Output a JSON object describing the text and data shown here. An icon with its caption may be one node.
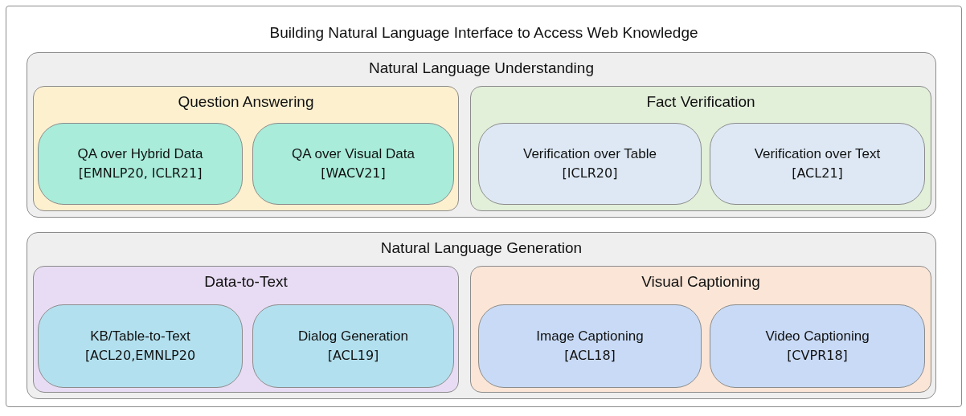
{
  "diagram": {
    "nodes": [
      {
        "text": [
          "Building Natural Language Interface to Access Web Knowledge"
        ]
      },
      {
        "text": [
          "Natural Language Understanding"
        ],
        "in": 0
      },
      {
        "text": [
          "Question Answering"
        ],
        "in": 1
      },
      {
        "text": [
          "QA over Hybrid Data",
          "[EMNLP20, ICLR21]"
        ],
        "in": 2
      },
      {
        "text": [
          "QA over Visual Data",
          "[WACV21]"
        ],
        "in": 2
      },
      {
        "text": [
          "Fact Verification"
        ],
        "in": 1
      },
      {
        "text": [
          "Verification over Table",
          "[ICLR20]"
        ],
        "in": 5
      },
      {
        "text": [
          "Verification over Text",
          "[ACL21]"
        ],
        "in": 5
      },
      {
        "text": [
          "Natural Language Generation"
        ],
        "in": 0
      },
      {
        "text": [
          "Data-to-Text"
        ],
        "in": 8
      },
      {
        "text": [
          "KB/Table-to-Text",
          "[ACL20,EMNLP20"
        ],
        "in": 9
      },
      {
        "text": [
          "Dialog Generation",
          "[ACL19]"
        ],
        "in": 9
      },
      {
        "text": [
          "Visual Captioning"
        ],
        "in": 8
      },
      {
        "text": [
          "Image Captioning",
          "[ACL18]"
        ],
        "in": 12
      },
      {
        "text": [
          "Video Captioning",
          "[CVPR18]"
        ],
        "in": 12
      }
    ]
  }
}
